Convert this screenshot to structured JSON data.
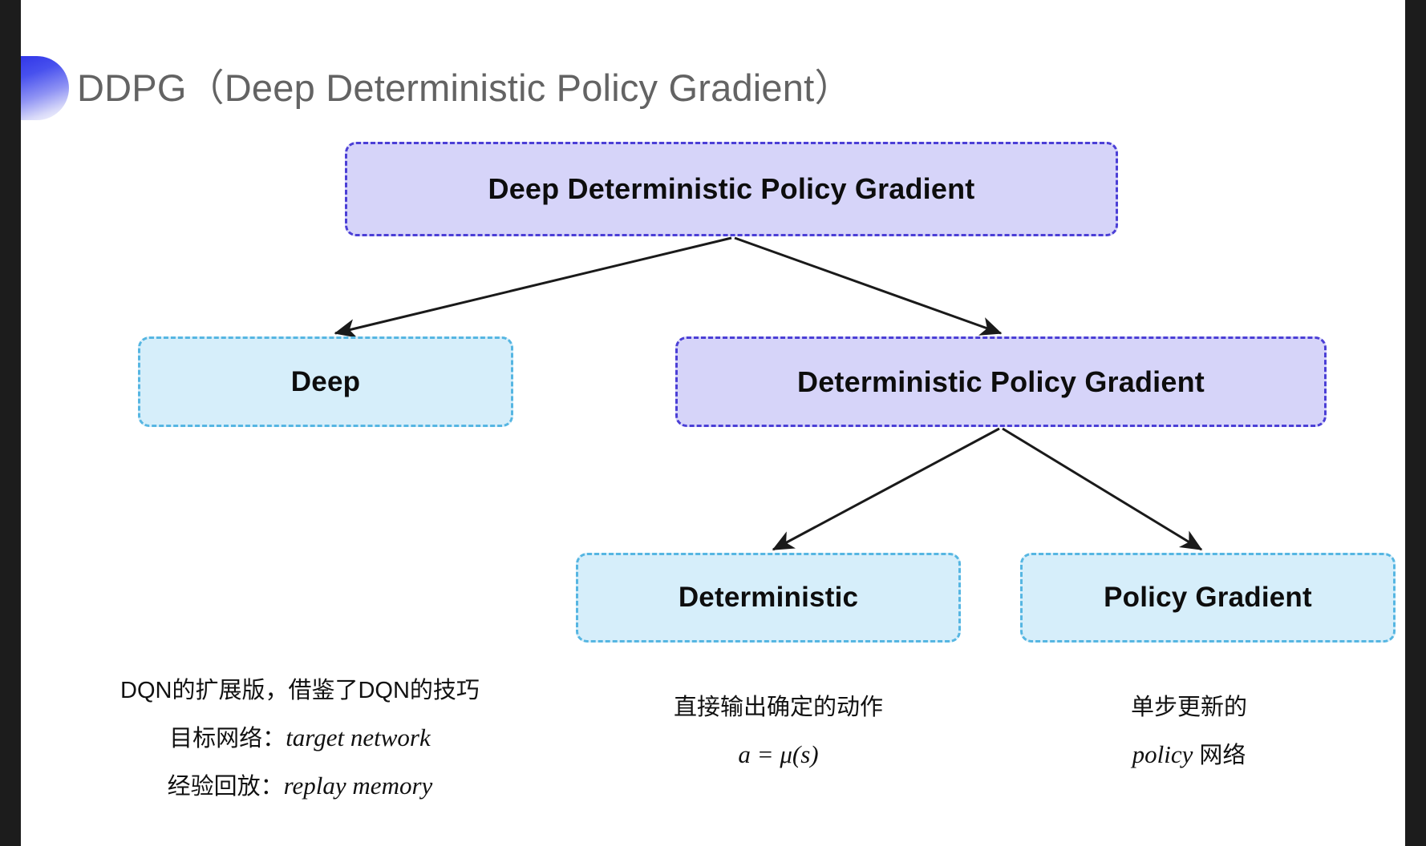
{
  "slide": {
    "title": "DDPG（Deep Deterministic Policy Gradient）",
    "background_color": "#ffffff",
    "accent_color": "#3a3fe8"
  },
  "colors": {
    "purple_fill": "#d6d4f9",
    "purple_border": "#4b3fd6",
    "blue_fill": "#d6eefa",
    "blue_border": "#56b6e2",
    "title_text": "#636363",
    "body_text": "#111111",
    "arrow": "#1a1a1a"
  },
  "diagram": {
    "type": "tree",
    "nodes": [
      {
        "id": "root",
        "label": "Deep Deterministic Policy Gradient",
        "style": "purple",
        "level": 0
      },
      {
        "id": "deep",
        "label": "Deep",
        "style": "blue",
        "level": 1
      },
      {
        "id": "dpg",
        "label": "Deterministic Policy Gradient",
        "style": "purple",
        "level": 1
      },
      {
        "id": "deterministic",
        "label": "Deterministic",
        "style": "blue",
        "level": 2
      },
      {
        "id": "policy_gradient",
        "label": "Policy Gradient",
        "style": "blue",
        "level": 2
      }
    ],
    "edges": [
      {
        "from": "root",
        "to": "deep",
        "arrow": true
      },
      {
        "from": "root",
        "to": "dpg",
        "arrow": true
      },
      {
        "from": "dpg",
        "to": "deterministic",
        "arrow": true
      },
      {
        "from": "dpg",
        "to": "policy_gradient",
        "arrow": true
      }
    ]
  },
  "captions": {
    "left": {
      "for_node": "deep",
      "line1": "DQN的扩展版，借鉴了DQN的技巧",
      "line2_label": "目标网络：",
      "line2_term": "target network",
      "line3_label": "经验回放：",
      "line3_term": "replay memory"
    },
    "middle": {
      "for_node": "deterministic",
      "line1": "直接输出确定的动作",
      "line2_formula": "a = μ(s)"
    },
    "right": {
      "for_node": "policy_gradient",
      "line1": "单步更新的",
      "line2_term": "policy",
      "line2_suffix": " 网络"
    }
  }
}
